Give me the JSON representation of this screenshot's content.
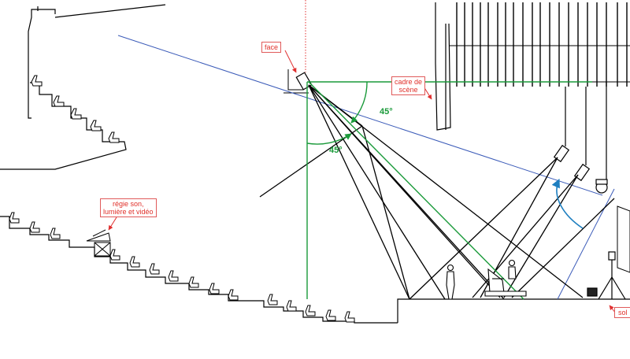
{
  "labels": {
    "face": "face",
    "cadre_line1": "cadre de",
    "cadre_line2": "scène",
    "regie_line1": "régie son,",
    "regie_line2": "lumière et vidéo",
    "sol": "sol"
  },
  "angles": {
    "upper": "45°",
    "lower": "45°"
  },
  "colors": {
    "line": "#000000",
    "label_border": "#e05a5a",
    "label_text": "#e0302a",
    "green": "#1a9a3a",
    "blue": "#3a5ab8",
    "cyan_arrow": "#1e7fc0",
    "arrow_red": "#e03030"
  }
}
